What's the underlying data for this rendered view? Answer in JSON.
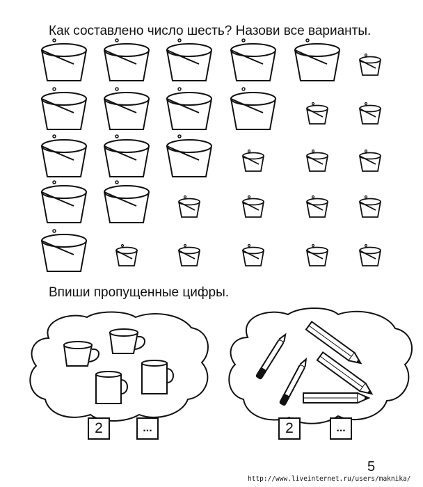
{
  "task1": {
    "title": "Как составлено число шесть? Назови все варианты."
  },
  "task2": {
    "title": "Впиши пропущенные цифры."
  },
  "cups_group": {
    "filled_box": "2",
    "empty_box": "..."
  },
  "pencils_group": {
    "filled_box": "2",
    "empty_box": "..."
  },
  "page_number": "5",
  "watermark": "http://www.liveinternet.ru/users/maknika/",
  "bucket_rows": [
    {
      "big": 5,
      "small": 1
    },
    {
      "big": 4,
      "small": 2
    },
    {
      "big": 3,
      "small": 3
    },
    {
      "big": 2,
      "small": 4
    },
    {
      "big": 1,
      "small": 5
    }
  ]
}
